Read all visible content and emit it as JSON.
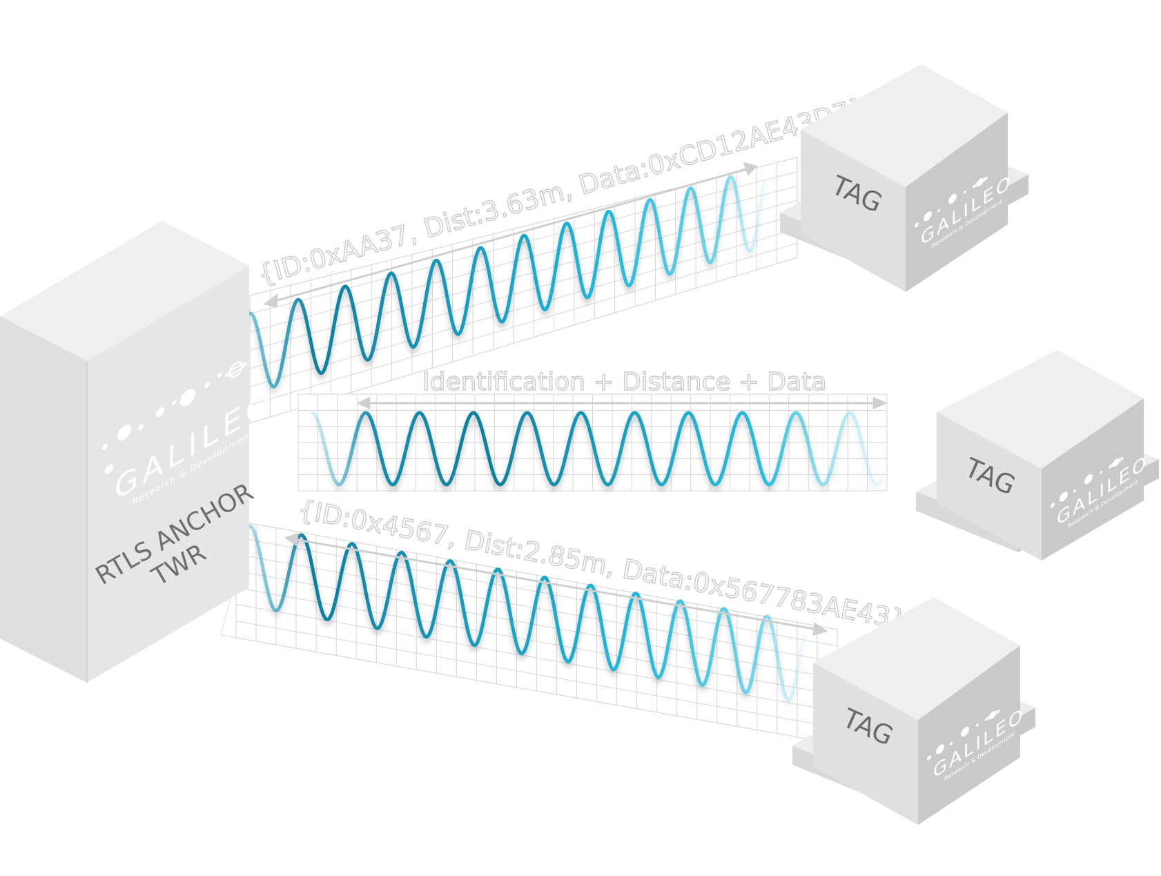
{
  "anchor": {
    "title_line1": "RTLS ANCHOR",
    "title_line2": "TWR",
    "brand": "GALILEO",
    "brand_sub": "Research & Development"
  },
  "tags": [
    {
      "label": "TAG",
      "brand": "GALILEO",
      "brand_sub": "Research & Development"
    },
    {
      "label": "TAG",
      "brand": "GALILEO",
      "brand_sub": "Research & Development"
    },
    {
      "label": "TAG",
      "brand": "GALILEO",
      "brand_sub": "Research & Development"
    }
  ],
  "signals": {
    "top": "{ID:0xAA37, Dist:3.63m, Data:0xCD12AE43D7}",
    "middle": "Identification + Distance + Data",
    "bottom": "{ID:0x4567, Dist:2.85m, Data:0x567783AE43}"
  },
  "colors": {
    "wave_dark": "#0f7fa0",
    "wave_light": "#2ac0e0",
    "box_face": "#e4e4e4",
    "box_side": "#cfcfcf",
    "box_top": "#eeeeee",
    "grid": "#d4d4d4"
  }
}
